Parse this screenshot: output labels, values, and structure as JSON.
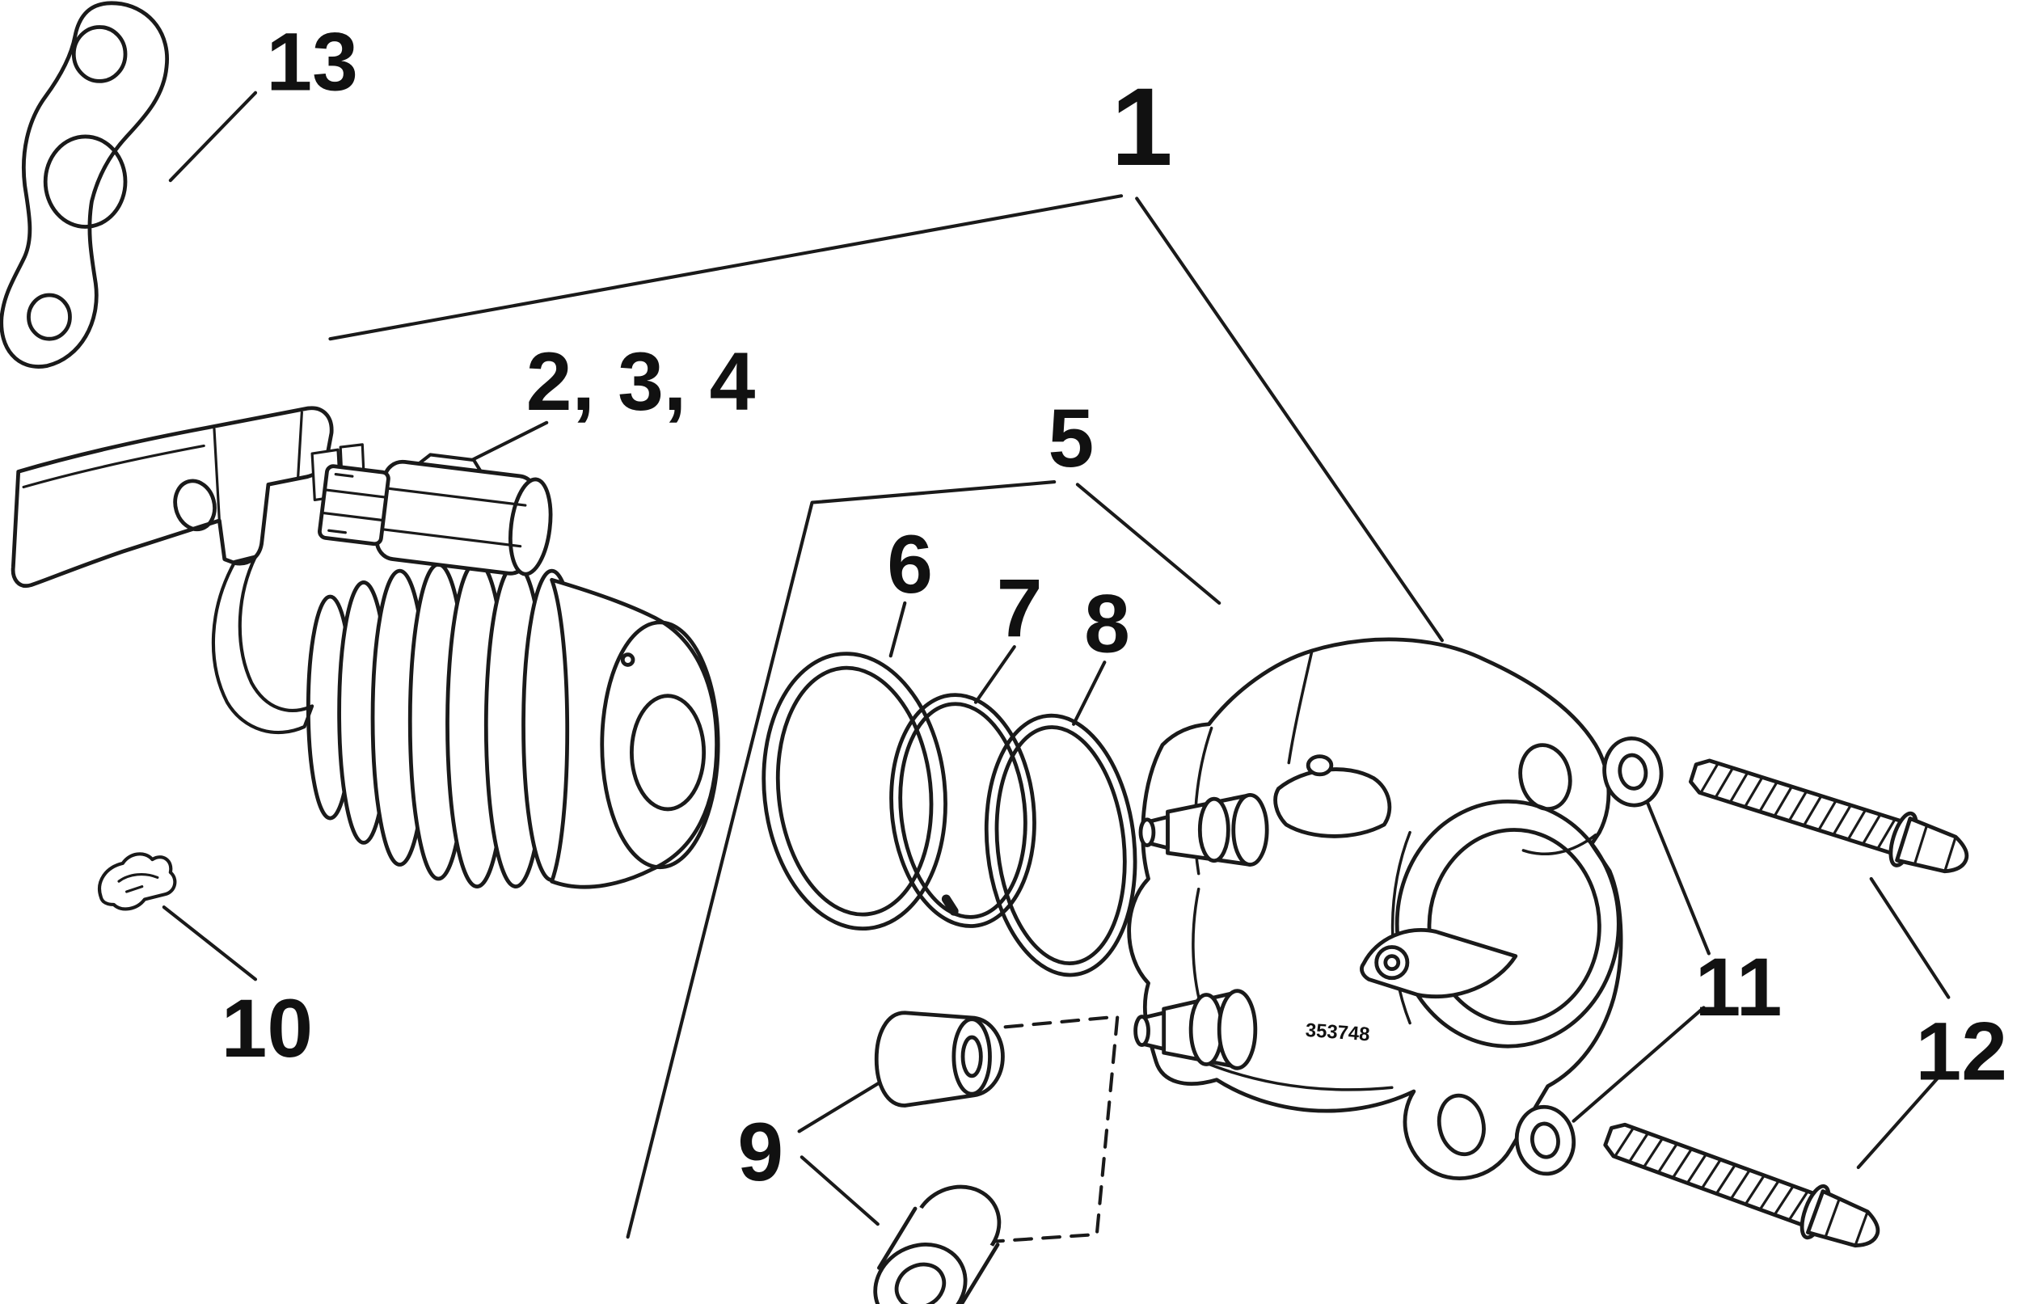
{
  "diagram": {
    "background_color": "#ffffff",
    "line_color": "#1a1a1a",
    "label_color": "#111111"
  },
  "callouts": {
    "c1": "1",
    "c234": "2, 3, 4",
    "c5": "5",
    "c6": "6",
    "c7": "7",
    "c8": "8",
    "c9": "9",
    "c10": "10",
    "c11": "11",
    "c12": "12",
    "c13": "13"
  },
  "markings": {
    "housing_part_number": "353748"
  }
}
